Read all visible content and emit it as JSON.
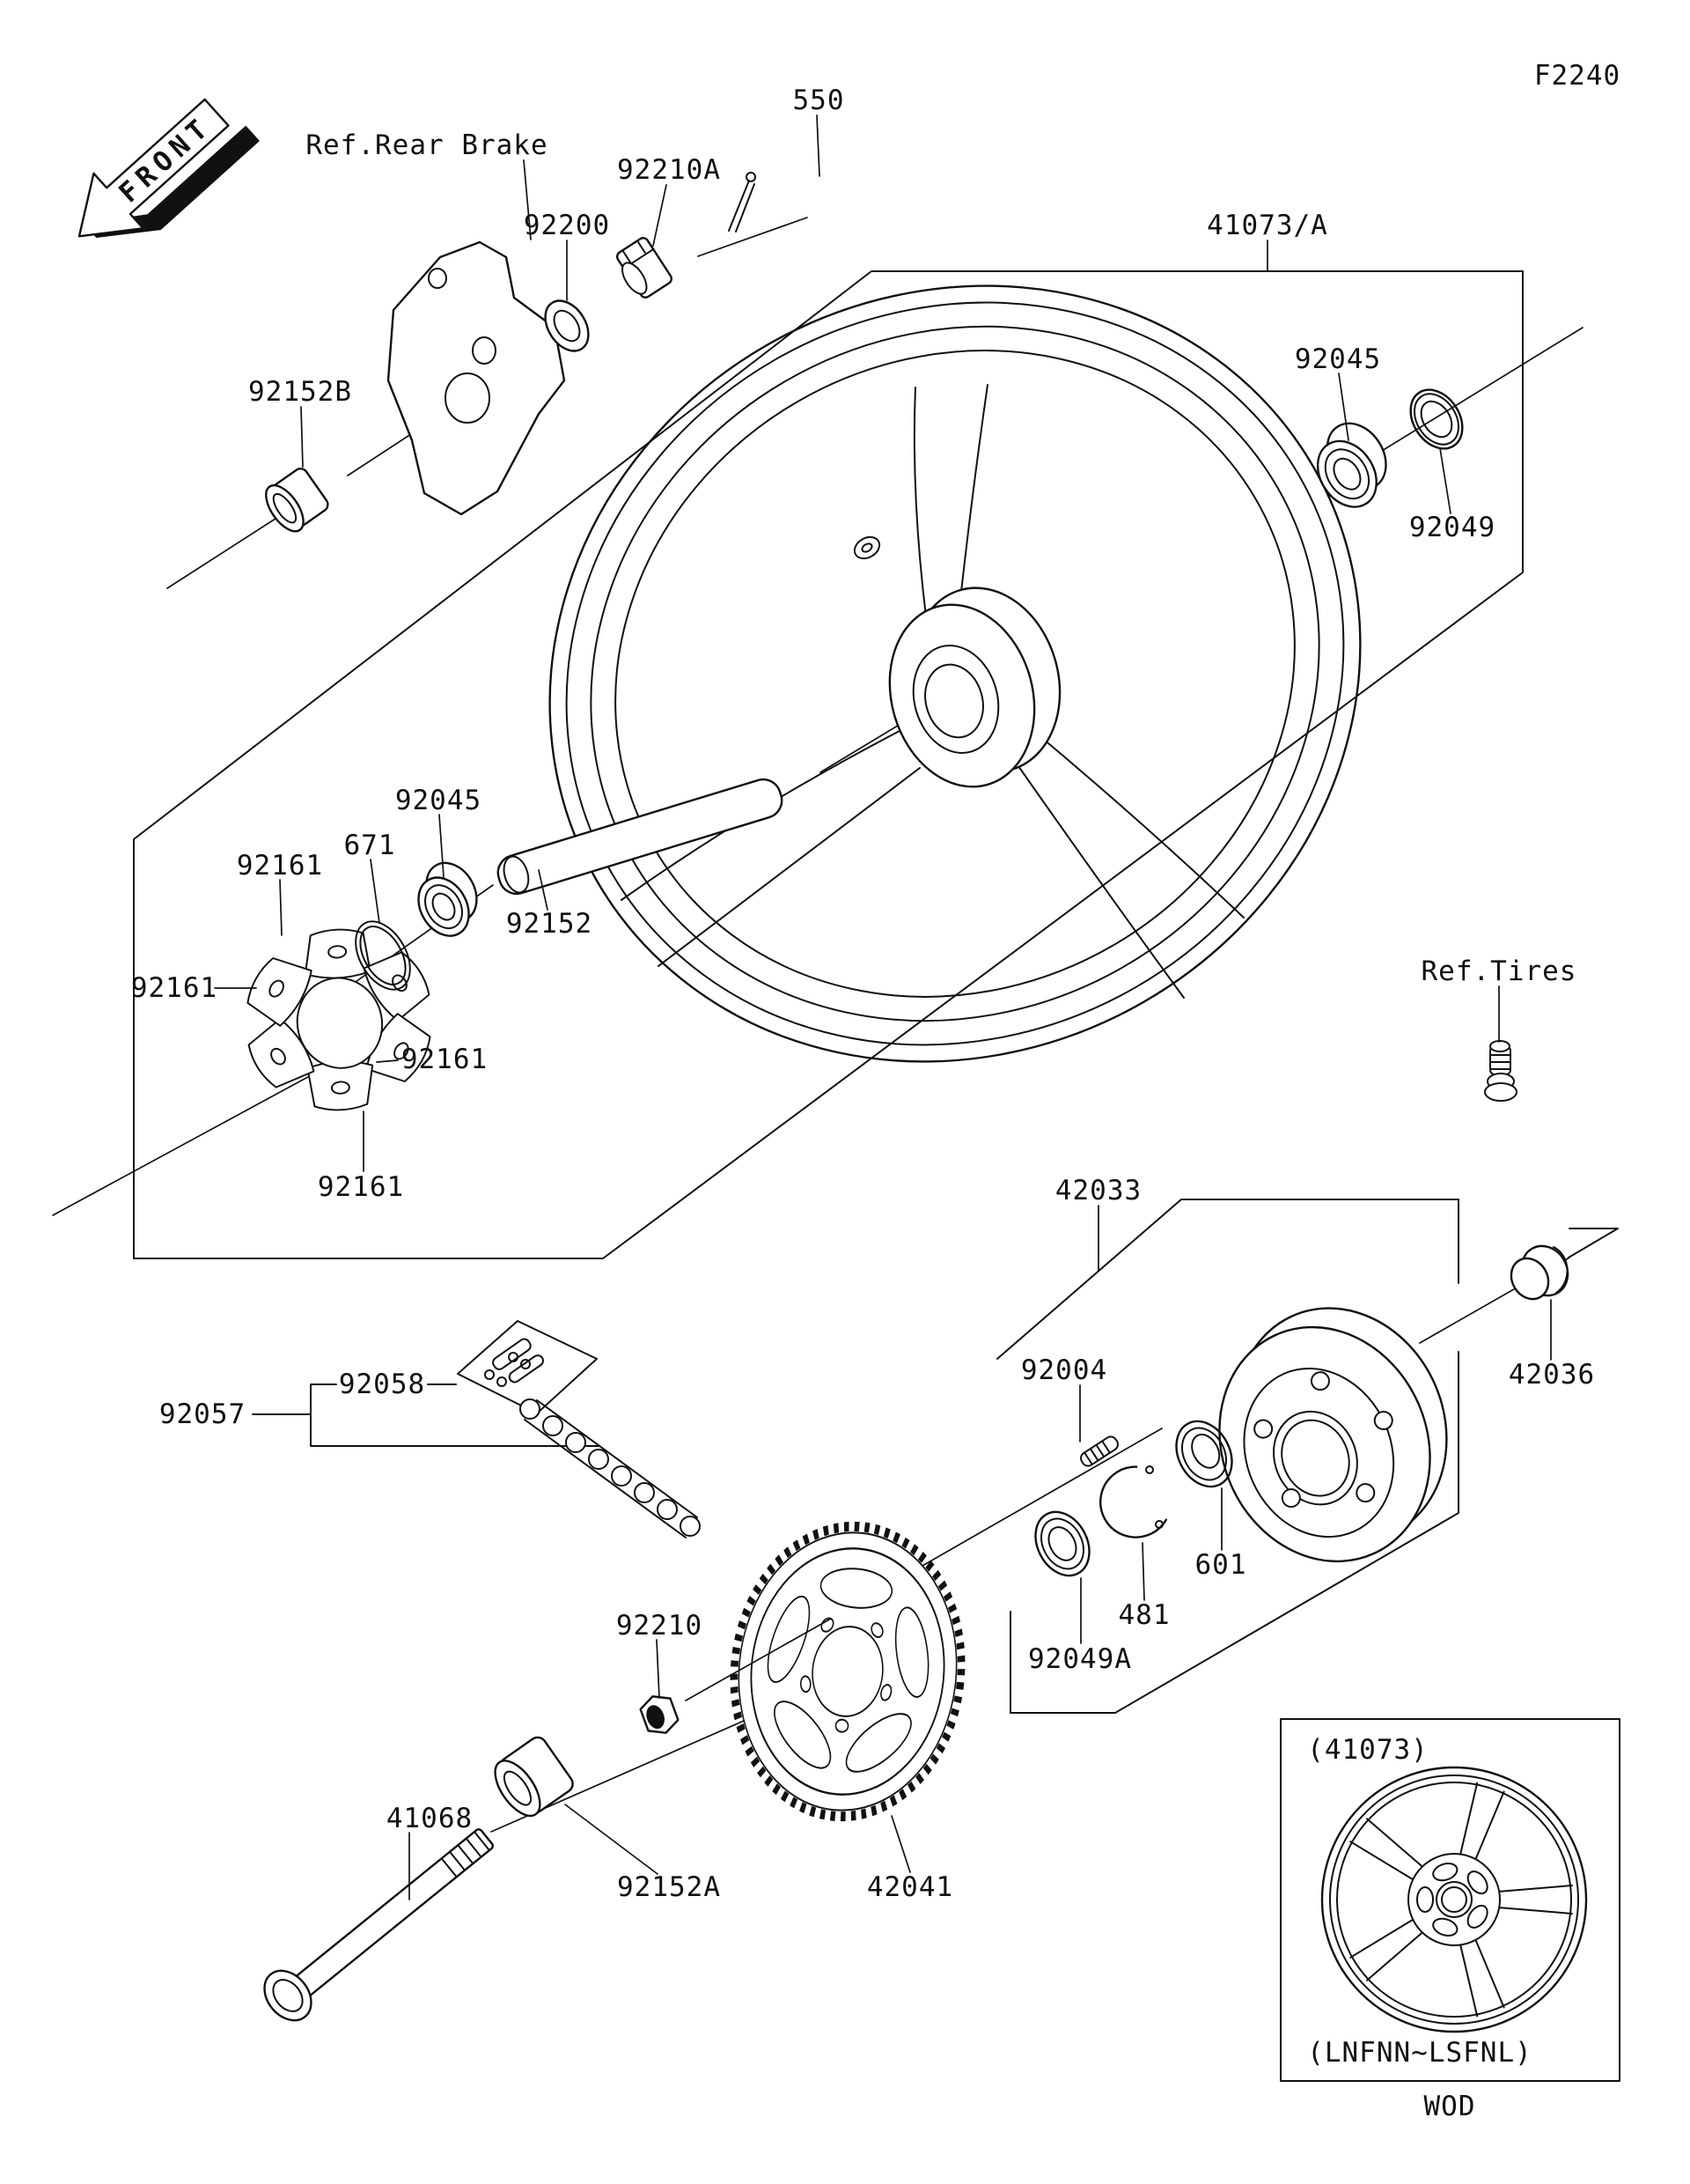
{
  "figure": {
    "code": "F2240"
  },
  "texts": {
    "front": "FRONT",
    "figure_code": "F2240",
    "ref_rear_brake": "Ref.Rear Brake",
    "ref_tires": "Ref.Tires",
    "cotter_pin_550": "550",
    "castle_nut_92210a": "92210A",
    "washer_92200": "92200",
    "wheel_41073a": "41073/A",
    "bearing_92045": "92045",
    "seal_92049": "92049",
    "collar_92152b": "92152B",
    "oring_671": "671",
    "damper_92161": "92161",
    "collar_92152": "92152",
    "coupling_42033": "42033",
    "stud_92004": "92004",
    "cap_42036": "42036",
    "chain_92057": "92057",
    "joint_92058": "92058",
    "bearing_601": "601",
    "circlip_481": "481",
    "seal_92049a": "92049A",
    "nut_92210": "92210",
    "axle_41068": "41068",
    "spacer_92152a": "92152A",
    "sprocket_42041": "42041",
    "inset_title": "(41073)",
    "inset_variant": "(LNFNN~LSFNL)",
    "inset_note": "WOD"
  },
  "colors": {
    "line": "#111111",
    "background": "#ffffff"
  }
}
